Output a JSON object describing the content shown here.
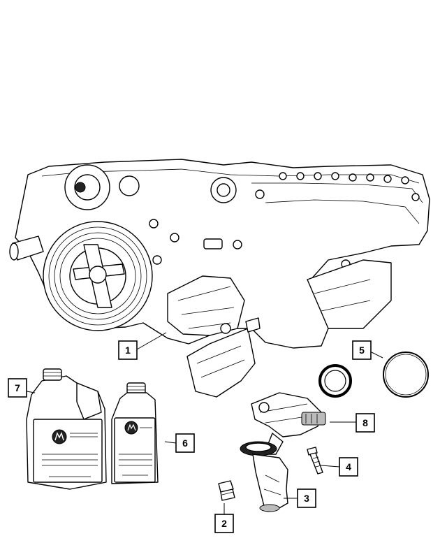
{
  "callouts": [
    {
      "id": "callout-1",
      "label": "1"
    },
    {
      "id": "callout-2",
      "label": "2"
    },
    {
      "id": "callout-3",
      "label": "3"
    },
    {
      "id": "callout-4",
      "label": "4"
    },
    {
      "id": "callout-5",
      "label": "5"
    },
    {
      "id": "callout-6",
      "label": "6"
    },
    {
      "id": "callout-7",
      "label": "7"
    },
    {
      "id": "callout-8",
      "label": "8"
    }
  ],
  "colors": {
    "ink": "#000000",
    "background": "#ffffff",
    "shade": "#222222"
  },
  "icons": [
    "mopar-logo-icon"
  ]
}
